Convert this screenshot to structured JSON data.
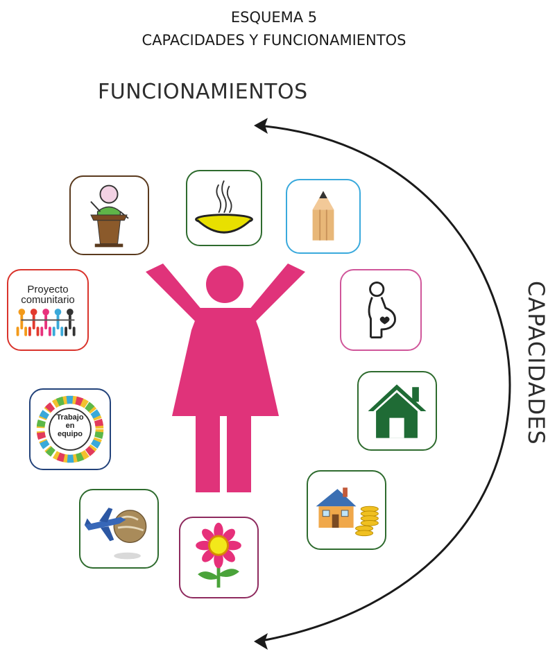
{
  "title": {
    "line1": "ESQUEMA 5",
    "line2": "CAPACIDADES Y FUNCIONAMIENTOS"
  },
  "labels": {
    "funcionamientos": "FUNCIONAMIENTOS",
    "capacidades": "CAPACIDADES"
  },
  "icons": {
    "proyecto": {
      "line1": "Proyecto",
      "line2": "comunitario"
    },
    "trabajo": {
      "line1": "Trabajo",
      "line2": "en",
      "line3": "equipo"
    }
  },
  "colors": {
    "woman": "#e0337a",
    "border_brown": "#5a3a1e",
    "border_green": "#2e6b2e",
    "border_blue": "#39a9dc",
    "border_pink": "#d0569a",
    "border_red": "#d9332b",
    "border_navy": "#22427a",
    "border_purple": "#8e2a5e"
  }
}
